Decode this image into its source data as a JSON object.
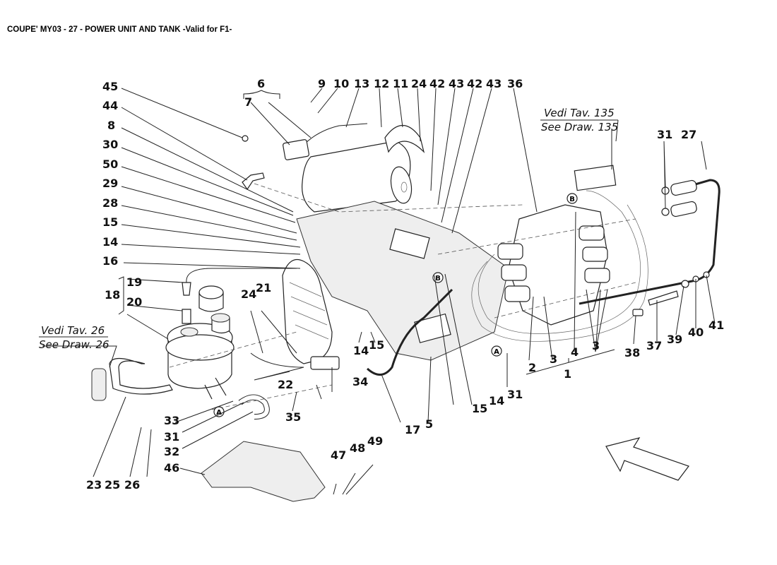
{
  "title": "COUPE' MY03 - 27 - POWER UNIT AND TANK -Valid for F1-",
  "references": [
    {
      "id": "ref-135",
      "line1": "Vedi Tav. 135",
      "line2": "See Draw. 135"
    },
    {
      "id": "ref-26",
      "line1": "Vedi Tav. 26",
      "line2": "See Draw. 26"
    }
  ],
  "markers": [
    "A",
    "B"
  ],
  "callouts": {
    "left_column": [
      "45",
      "44",
      "8",
      "30",
      "50",
      "29",
      "28",
      "15",
      "14",
      "16"
    ],
    "top_row": [
      "6",
      "7",
      "9",
      "10",
      "13",
      "12",
      "11",
      "24",
      "42",
      "43",
      "42",
      "43",
      "36"
    ],
    "top_right": [
      "31",
      "27"
    ],
    "tank_group": [
      "18",
      "19",
      "20"
    ],
    "tank_area": [
      "24",
      "21",
      "22"
    ],
    "bottom_left": [
      "23",
      "25",
      "26",
      "33",
      "31",
      "32",
      "46",
      "35",
      "34"
    ],
    "bottom_middle": [
      "14",
      "15",
      "17",
      "5",
      "15",
      "14",
      "31",
      "47",
      "48",
      "49"
    ],
    "valve_group": [
      "2",
      "3",
      "4",
      "3",
      "1"
    ],
    "bottom_right": [
      "38",
      "37",
      "39",
      "40",
      "41"
    ]
  },
  "direction_arrow": "arrow-pointing-up-left"
}
